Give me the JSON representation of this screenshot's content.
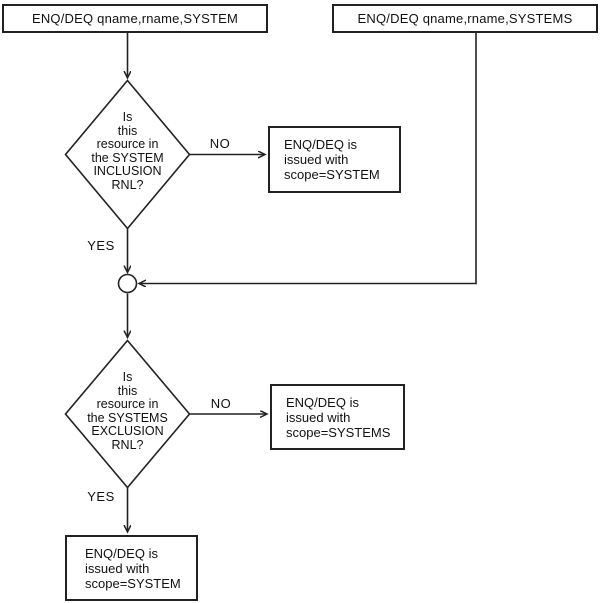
{
  "diagram": {
    "type": "flowchart",
    "nodes": {
      "entry_system": {
        "shape": "box",
        "label": "ENQ/DEQ qname,rname,SYSTEM"
      },
      "entry_systems": {
        "shape": "box",
        "label": "ENQ/DEQ qname,rname,SYSTEMS"
      },
      "decision_inclusion": {
        "shape": "diamond",
        "lines": [
          "Is",
          "this",
          "resource in",
          "the SYSTEM",
          "INCLUSION",
          "RNL?"
        ]
      },
      "result_inclusion_no": {
        "shape": "box",
        "lines": [
          "ENQ/DEQ is",
          "issued with",
          "scope=SYSTEM"
        ]
      },
      "junction": {
        "shape": "circle"
      },
      "decision_exclusion": {
        "shape": "diamond",
        "lines": [
          "Is",
          "this",
          "resource in",
          "the SYSTEMS",
          "EXCLUSION",
          "RNL?"
        ]
      },
      "result_exclusion_no": {
        "shape": "box",
        "lines": [
          "ENQ/DEQ is",
          "issued with",
          "scope=SYSTEMS"
        ]
      },
      "result_exclusion_yes": {
        "shape": "box",
        "lines": [
          "ENQ/DEQ is",
          "issued with",
          "scope=SYSTEM"
        ]
      }
    },
    "edge_labels": {
      "inclusion_no": "NO",
      "inclusion_yes": "YES",
      "exclusion_no": "NO",
      "exclusion_yes": "YES"
    },
    "edges": [
      {
        "from": "entry_system",
        "to": "decision_inclusion",
        "label": ""
      },
      {
        "from": "decision_inclusion",
        "to": "result_inclusion_no",
        "label": "NO"
      },
      {
        "from": "decision_inclusion",
        "to": "junction",
        "label": "YES"
      },
      {
        "from": "entry_systems",
        "to": "junction",
        "label": ""
      },
      {
        "from": "junction",
        "to": "decision_exclusion",
        "label": ""
      },
      {
        "from": "decision_exclusion",
        "to": "result_exclusion_no",
        "label": "NO"
      },
      {
        "from": "decision_exclusion",
        "to": "result_exclusion_yes",
        "label": "YES"
      }
    ],
    "colors": {
      "line": "#222222",
      "text": "#111111",
      "background": "#ffffff"
    }
  }
}
